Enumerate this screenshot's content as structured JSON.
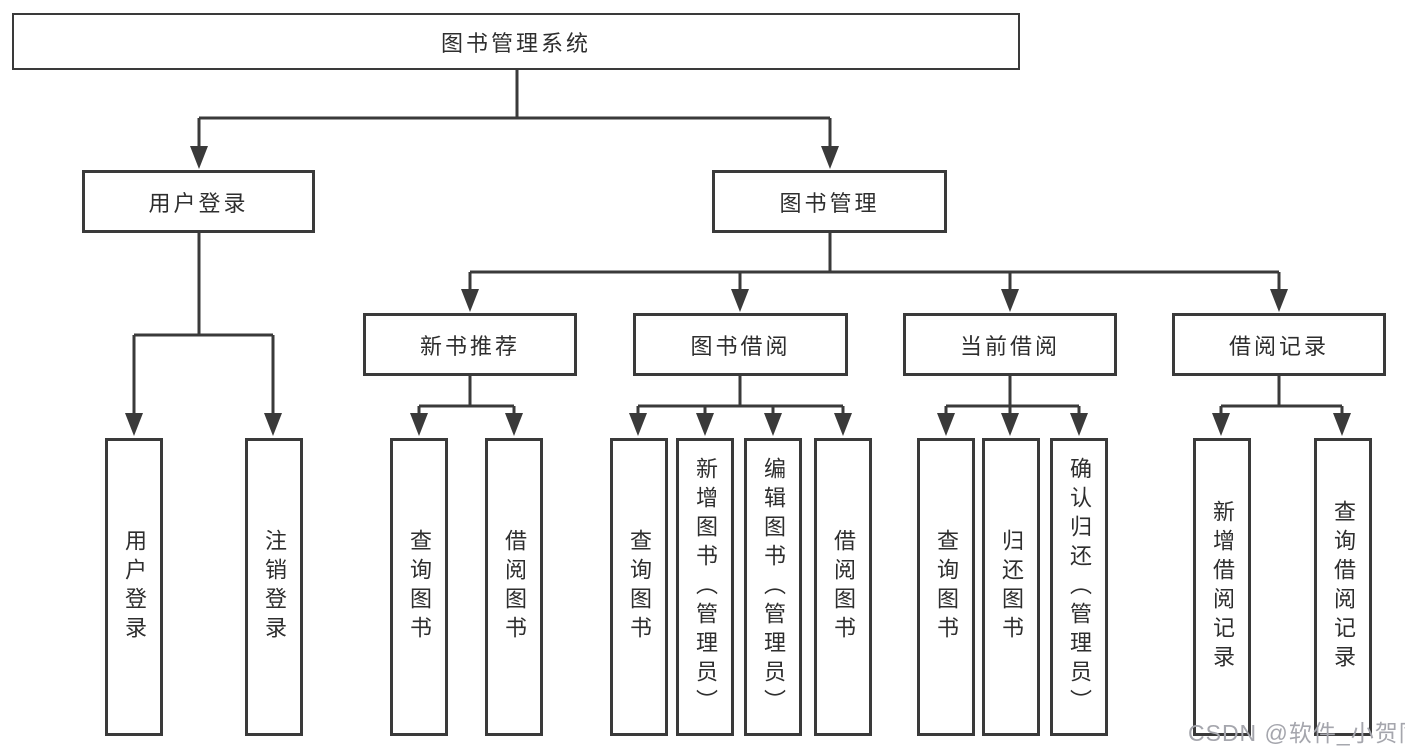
{
  "tree": {
    "root": {
      "label": "图书管理系统"
    },
    "children": [
      {
        "label": "用户登录",
        "children": [
          {
            "label": "用户登录"
          },
          {
            "label": "注销登录"
          }
        ]
      },
      {
        "label": "图书管理",
        "children": [
          {
            "label": "新书推荐",
            "children": [
              {
                "label": "查询图书"
              },
              {
                "label": "借阅图书"
              }
            ]
          },
          {
            "label": "图书借阅",
            "children": [
              {
                "label": "查询图书"
              },
              {
                "label": "新增图书（管理员）"
              },
              {
                "label": "编辑图书（管理员）"
              },
              {
                "label": "借阅图书"
              }
            ]
          },
          {
            "label": "当前借阅",
            "children": [
              {
                "label": "查询图书"
              },
              {
                "label": "归还图书"
              },
              {
                "label": "确认归还（管理员）"
              }
            ]
          },
          {
            "label": "借阅记录",
            "children": [
              {
                "label": "新增借阅记录"
              },
              {
                "label": "查询借阅记录"
              }
            ]
          }
        ]
      }
    ]
  },
  "watermark": "CSDN @软件_小贺同学",
  "colors": {
    "line": "#3a3a3a",
    "border": "#3a3a3a",
    "text": "#2e2e2e",
    "watermark": "#a5a6ad",
    "background": "#ffffff"
  }
}
